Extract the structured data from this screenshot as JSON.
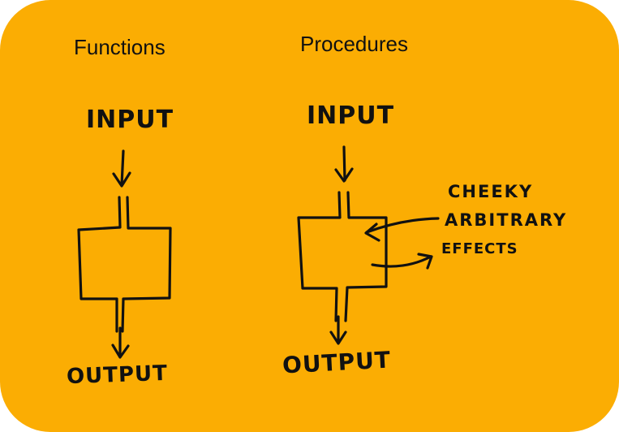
{
  "functions": {
    "heading": "Functions",
    "input_label": "INPUT",
    "output_label": "OUTPUT"
  },
  "procedures": {
    "heading": "Procedures",
    "input_label": "INPUT",
    "output_label": "OUTPUT",
    "side_effects_note": [
      "CHEEKY",
      "ARBITRARY",
      "EFFECTS"
    ]
  },
  "colors": {
    "background": "#FBAD03",
    "ink": "#111111"
  }
}
